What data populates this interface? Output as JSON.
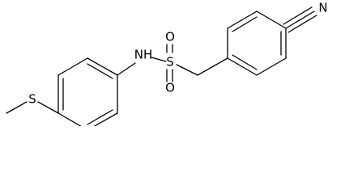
{
  "molecule": {
    "atoms": {
      "n_h": "NH",
      "s_sulfonyl": "S",
      "o_upper": "O",
      "o_lower": "O",
      "s_thioether": "S",
      "n_nitrile": "N"
    }
  }
}
